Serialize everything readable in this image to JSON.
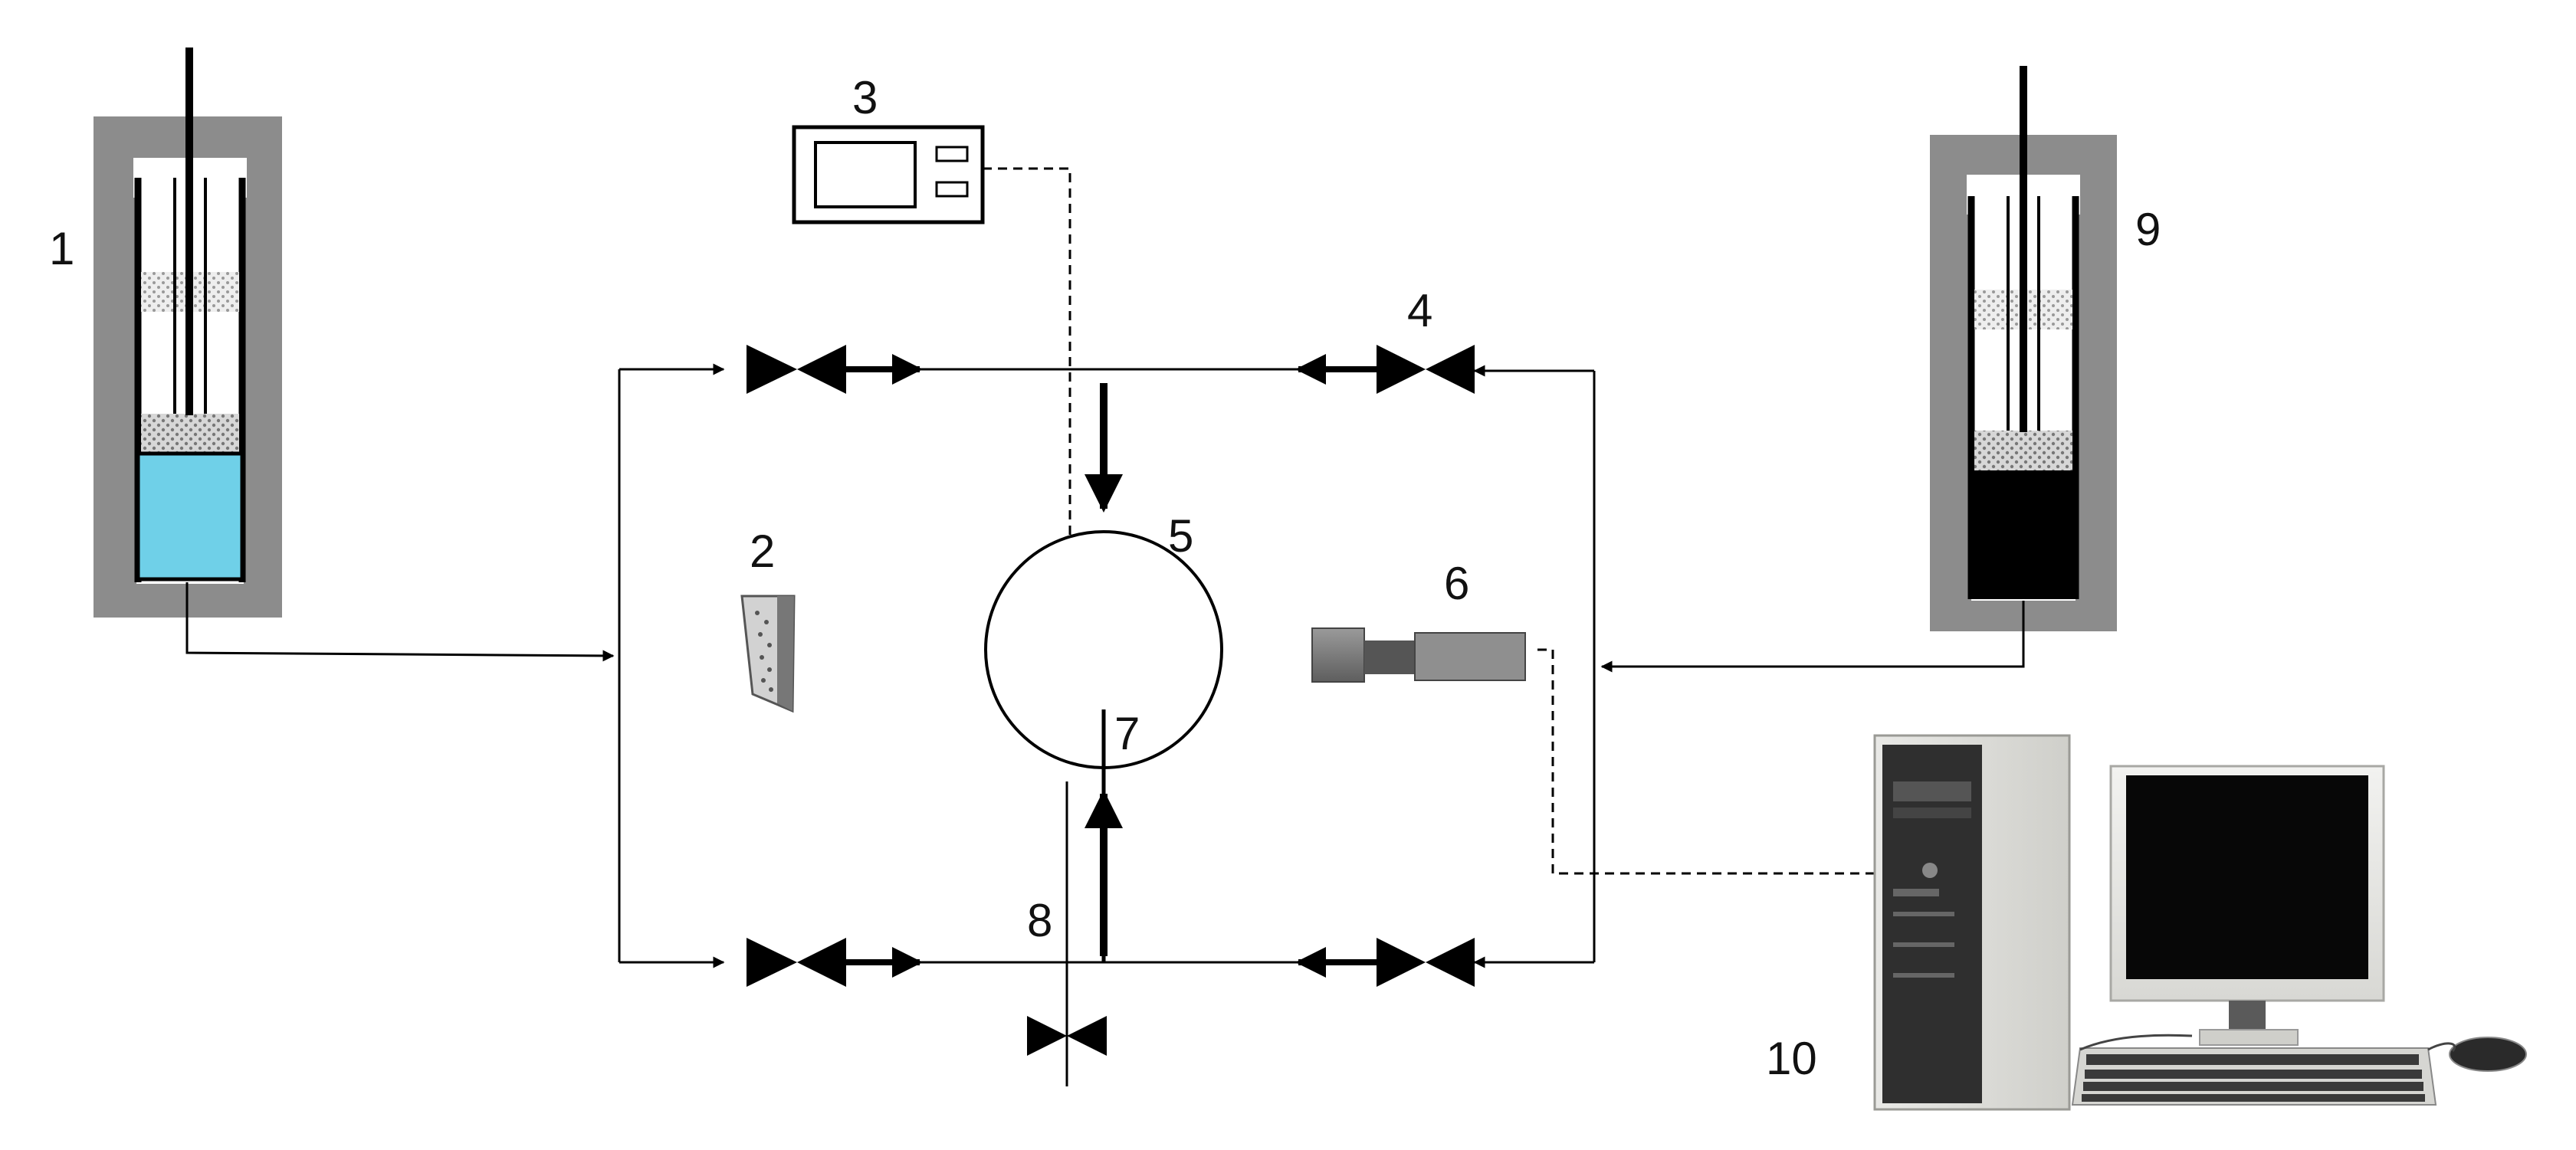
{
  "labels": {
    "l1": "1",
    "l2": "2",
    "l3": "3",
    "l4": "4",
    "l5": "5",
    "l6": "6",
    "l7": "7",
    "l8": "8",
    "l9": "9",
    "l10": "10"
  },
  "colors": {
    "line": "#000000",
    "housing": "#8c8c8c",
    "liquid_left": "#6fd0e8",
    "liquid_right": "#000000",
    "frit": "#c9c9c9"
  },
  "icons": {
    "syringe_pump_left": "syringe-pump-icon",
    "syringe_pump_right": "syringe-pump-icon",
    "pressure_controller": "controller-icon",
    "light_source": "light-source-icon",
    "view_cell": "circle-cell-icon",
    "camera": "camera-icon",
    "computer": "desktop-computer-icon",
    "valve": "valve-icon"
  }
}
